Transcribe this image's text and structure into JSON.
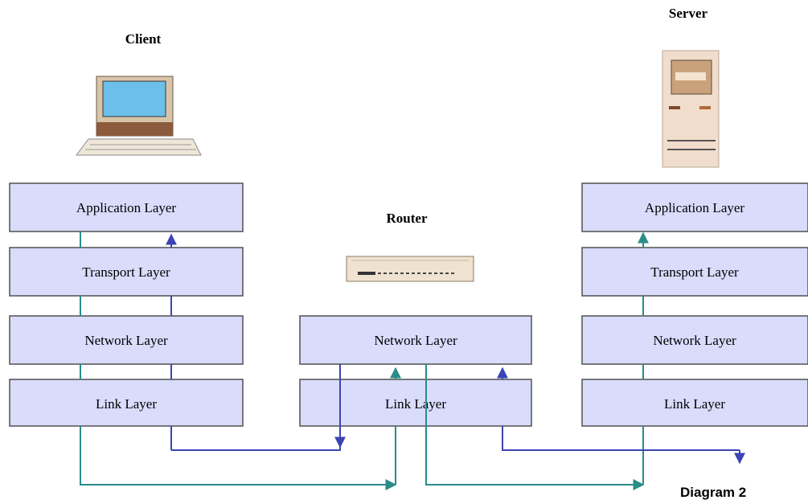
{
  "client": {
    "title": "Client",
    "layers": [
      "Application Layer",
      "Transport Layer",
      "Network Layer",
      "Link Layer"
    ]
  },
  "router": {
    "title": "Router",
    "layers": [
      "Network Layer",
      "Link Layer"
    ]
  },
  "server": {
    "title": "Server",
    "layers": [
      "Application Layer",
      "Transport Layer",
      "Network Layer",
      "Link Layer"
    ]
  },
  "caption": "Diagram 2",
  "colors": {
    "box_fill": "#d9dcfb",
    "box_border": "#505050",
    "path_blue": "#3c44b4",
    "path_teal": "#2a8c88"
  }
}
